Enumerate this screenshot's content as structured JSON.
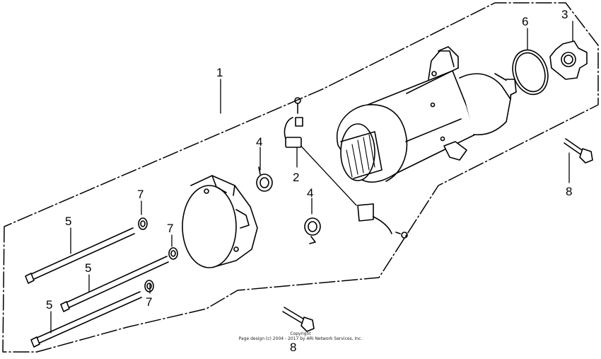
{
  "diagram": {
    "callouts": [
      {
        "id": "c1",
        "label": "1"
      },
      {
        "id": "c2",
        "label": "2"
      },
      {
        "id": "c3",
        "label": "3"
      },
      {
        "id": "c4a",
        "label": "4"
      },
      {
        "id": "c4b",
        "label": "4"
      },
      {
        "id": "c5a",
        "label": "5"
      },
      {
        "id": "c5b",
        "label": "5"
      },
      {
        "id": "c5c",
        "label": "5"
      },
      {
        "id": "c6",
        "label": "6"
      },
      {
        "id": "c7a",
        "label": "7"
      },
      {
        "id": "c7b",
        "label": "7"
      },
      {
        "id": "c7c",
        "label": "7"
      },
      {
        "id": "c8a",
        "label": "8"
      },
      {
        "id": "c8b",
        "label": "8"
      }
    ]
  },
  "footer": {
    "line1": "Copyright",
    "line2": "Page design (c) 2004 - 2017 by ARI Network Services, Inc."
  }
}
